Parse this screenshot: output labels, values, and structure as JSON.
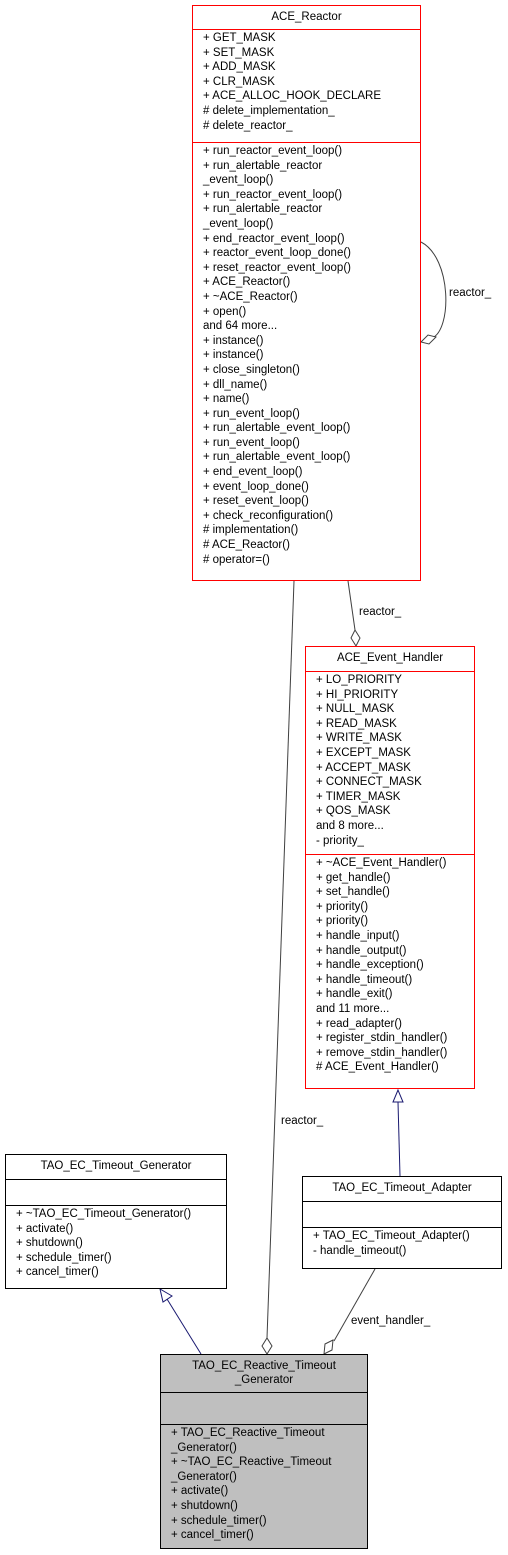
{
  "classes": {
    "ace_reactor": {
      "name": "ACE_Reactor",
      "attributes": [
        "+ GET_MASK",
        "+ SET_MASK",
        "+ ADD_MASK",
        "+ CLR_MASK",
        "+ ACE_ALLOC_HOOK_DECLARE",
        "# delete_implementation_",
        "# delete_reactor_"
      ],
      "methods": [
        "+ run_reactor_event_loop()",
        "+ run_alertable_reactor",
        "_event_loop()",
        "+ run_reactor_event_loop()",
        "+ run_alertable_reactor",
        "_event_loop()",
        "+ end_reactor_event_loop()",
        "+ reactor_event_loop_done()",
        "+ reset_reactor_event_loop()",
        "+ ACE_Reactor()",
        "+ ~ACE_Reactor()",
        "+ open()",
        "and 64 more...",
        "+ instance()",
        "+ instance()",
        "+ close_singleton()",
        "+ dll_name()",
        "+ name()",
        "+ run_event_loop()",
        "+ run_alertable_event_loop()",
        "+ run_event_loop()",
        "+ run_alertable_event_loop()",
        "+ end_event_loop()",
        "+ event_loop_done()",
        "+ reset_event_loop()",
        "+ check_reconfiguration()",
        "# implementation()",
        "# ACE_Reactor()",
        "# operator=()"
      ]
    },
    "ace_event_handler": {
      "name": "ACE_Event_Handler",
      "attributes": [
        "+ LO_PRIORITY",
        "+ HI_PRIORITY",
        "+ NULL_MASK",
        "+ READ_MASK",
        "+ WRITE_MASK",
        "+ EXCEPT_MASK",
        "+ ACCEPT_MASK",
        "+ CONNECT_MASK",
        "+ TIMER_MASK",
        "+ QOS_MASK",
        "and 8 more...",
        "- priority_"
      ],
      "methods": [
        "+ ~ACE_Event_Handler()",
        "+ get_handle()",
        "+ set_handle()",
        "+ priority()",
        "+ priority()",
        "+ handle_input()",
        "+ handle_output()",
        "+ handle_exception()",
        "+ handle_timeout()",
        "+ handle_exit()",
        "and 11 more...",
        "+ read_adapter()",
        "+ register_stdin_handler()",
        "+ remove_stdin_handler()",
        "# ACE_Event_Handler()"
      ]
    },
    "tao_ec_timeout_generator": {
      "name": "TAO_EC_Timeout_Generator",
      "attributes": [],
      "methods": [
        "+ ~TAO_EC_Timeout_Generator()",
        "+ activate()",
        "+ shutdown()",
        "+ schedule_timer()",
        "+ cancel_timer()"
      ]
    },
    "tao_ec_timeout_adapter": {
      "name": "TAO_EC_Timeout_Adapter",
      "attributes": [],
      "methods": [
        "+ TAO_EC_Timeout_Adapter()",
        "- handle_timeout()"
      ]
    },
    "tao_ec_reactive_timeout_generator": {
      "name_lines": [
        "TAO_EC_Reactive_Timeout",
        "_Generator"
      ],
      "attributes": [],
      "methods": [
        "+ TAO_EC_Reactive_Timeout",
        "_Generator()",
        "+ ~TAO_EC_Reactive_Timeout",
        "_Generator()",
        "+ activate()",
        "+ shutdown()",
        "+ schedule_timer()",
        "+ cancel_timer()"
      ]
    }
  },
  "edge_labels": {
    "reactor_self": "reactor_",
    "reactor_to_handler": "reactor_",
    "reactor_to_reactive": "reactor_",
    "event_handler": "event_handler_"
  },
  "colors": {
    "incomplete_border": "#ff0000",
    "complete_border": "#000000",
    "focus_fill": "#bfbfbf",
    "usage_edge": "#404040",
    "inheritance_edge": "#191970"
  }
}
